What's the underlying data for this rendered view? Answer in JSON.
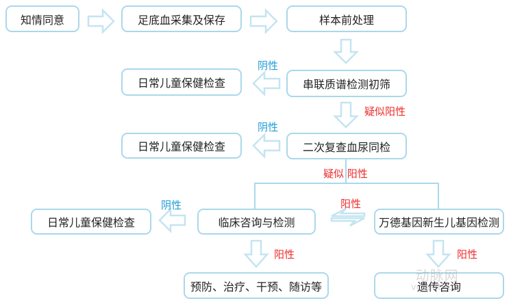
{
  "nodes": {
    "consent": "知情同意",
    "collection": "足底血采集及保存",
    "preprocess": "样本前处理",
    "ms_screening": "串联质谱检测初筛",
    "routine_1": "日常儿童保健检查",
    "recheck": "二次复查血尿同检",
    "routine_2": "日常儿童保健检查",
    "clinical": "临床咨询与检测",
    "gene_test": "万德基因新生儿基因检测",
    "routine_3": "日常儿童保健检查",
    "intervention": "预防、治疗、干预、随访等",
    "genetic_counsel": "遗传咨询"
  },
  "labels": {
    "neg_1": "阴性",
    "suspect_pos_1": "疑似阳性",
    "neg_2": "阴性",
    "suspect_pos_2": "疑似 阳性",
    "pos_mid": "阳性",
    "neg_3": "阴性",
    "pos_left": "阳性",
    "pos_right": "阳性"
  },
  "watermark": {
    "name": "动脉网",
    "site": "vcbeat.top"
  },
  "colors": {
    "border": "#a9d8ea",
    "arrow": "#c4e4f1",
    "negative": "#1e9bd7",
    "positive": "#ee2a2a"
  }
}
